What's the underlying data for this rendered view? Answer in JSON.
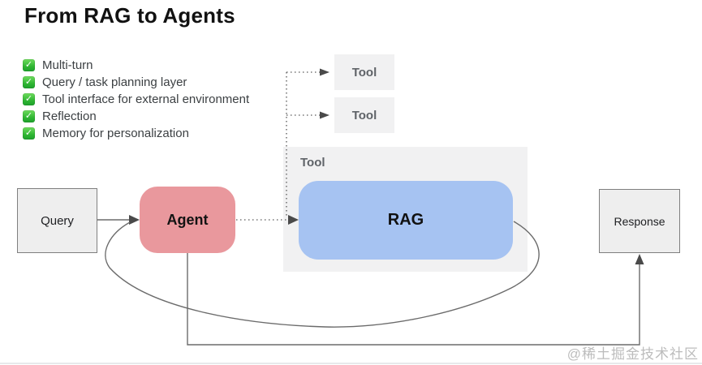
{
  "title": "From RAG to Agents",
  "checklist": {
    "check_glyph": "✓",
    "items": [
      {
        "label": "Multi-turn"
      },
      {
        "label": "Query / task planning layer"
      },
      {
        "label": "Tool interface for external environment"
      },
      {
        "label": "Reflection"
      },
      {
        "label": "Memory for personalization"
      }
    ]
  },
  "diagram": {
    "nodes": {
      "query": {
        "label": "Query"
      },
      "agent": {
        "label": "Agent"
      },
      "tool_group": {
        "label": "Tool"
      },
      "rag": {
        "label": "RAG"
      },
      "tool_1": {
        "label": "Tool"
      },
      "tool_2": {
        "label": "Tool"
      },
      "response": {
        "label": "Response"
      }
    },
    "edges": [
      {
        "from": "query",
        "to": "agent",
        "style": "solid-arrow"
      },
      {
        "from": "agent",
        "to": "rag",
        "style": "dotted-arrow"
      },
      {
        "from": "agent",
        "to": "tool_1",
        "style": "dotted-arrow"
      },
      {
        "from": "agent",
        "to": "tool_2",
        "style": "dotted-arrow"
      },
      {
        "from": "agent",
        "to": "response",
        "style": "solid-elbow-arrow"
      },
      {
        "from": "rag",
        "to": "agent",
        "style": "curved-feedback-arrow"
      }
    ]
  },
  "watermark": "@稀土掘金技术社区",
  "colors": {
    "agent_fill": "#e9989d",
    "rag_fill": "#a6c3f2",
    "box_fill": "#eeeeee",
    "box_border": "#7f7f7f",
    "group_fill": "#f1f1f2",
    "muted_text": "#5f6368",
    "line_color": "#6b6b6b",
    "dotted_color": "#757575",
    "arrow_color": "#4a4a4a",
    "check_green": "#2fb633",
    "watermark_color": "#bcbcbc"
  }
}
